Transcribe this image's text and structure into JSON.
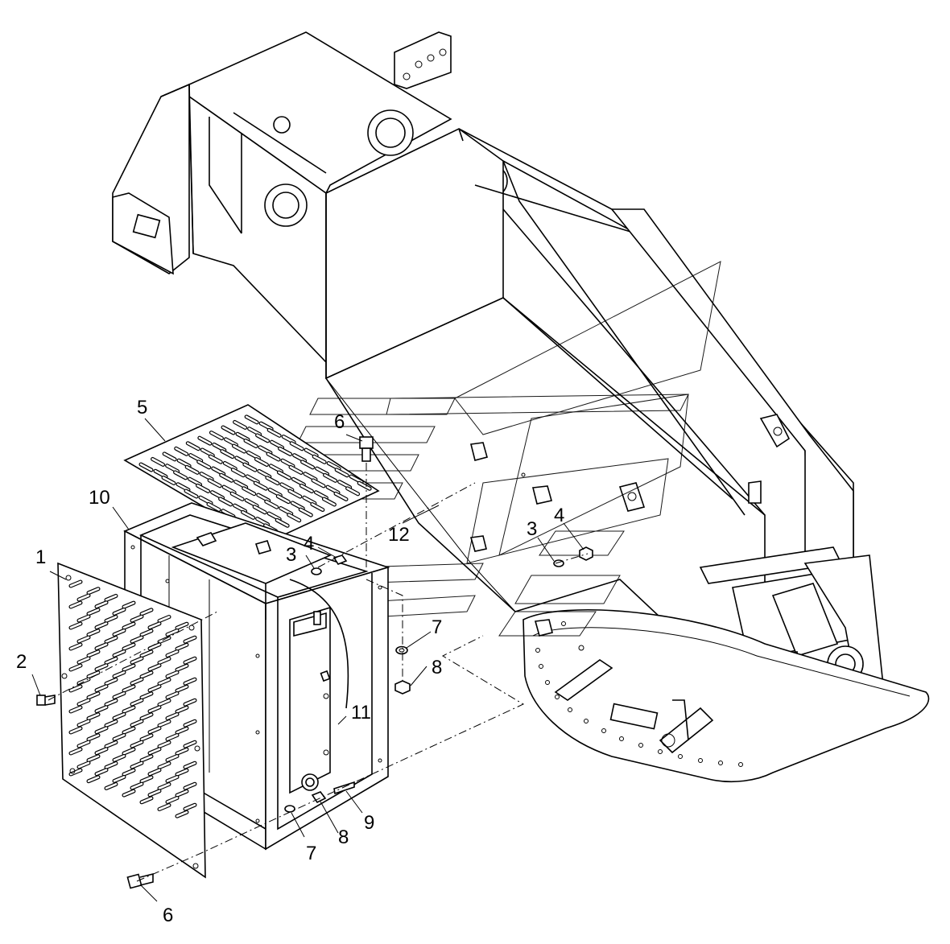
{
  "callouts": {
    "c1": "1",
    "c2": "2",
    "c3a": "3",
    "c3b": "3",
    "c4a": "4",
    "c4b": "4",
    "c5": "5",
    "c6a": "6",
    "c6b": "6",
    "c7a": "7",
    "c7b": "7",
    "c8a": "8",
    "c8b": "8",
    "c9": "9",
    "c10": "10",
    "c11": "11",
    "c12": "12"
  }
}
